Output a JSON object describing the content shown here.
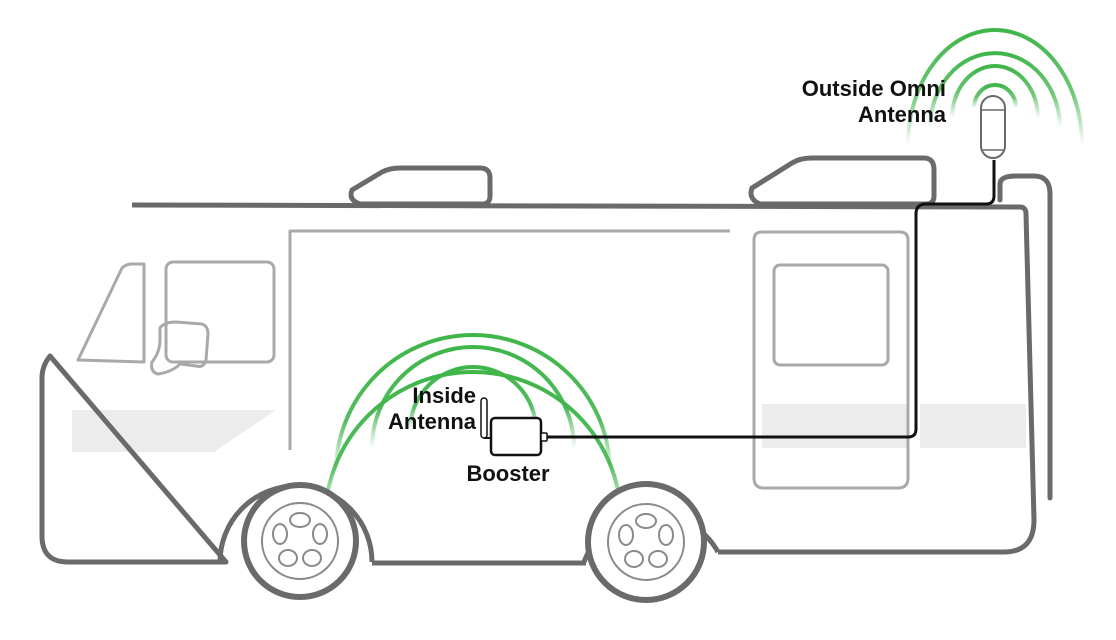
{
  "labels": {
    "outside_antenna": {
      "line1": "Outside Omni",
      "line2": "Antenna"
    },
    "inside_antenna": {
      "line1": "Inside",
      "line2": "Antenna"
    },
    "booster": "Booster"
  },
  "colors": {
    "rv_outline": "#6a6a6c",
    "rv_detail": "#a9a9ab",
    "rv_panel": "#ececec",
    "cable": "#111111",
    "signal_green": "#3fb54a",
    "text": "#111111"
  },
  "icons": {
    "signal_waves": "signal-waves-icon",
    "antenna": "antenna-icon",
    "booster": "booster-icon"
  }
}
